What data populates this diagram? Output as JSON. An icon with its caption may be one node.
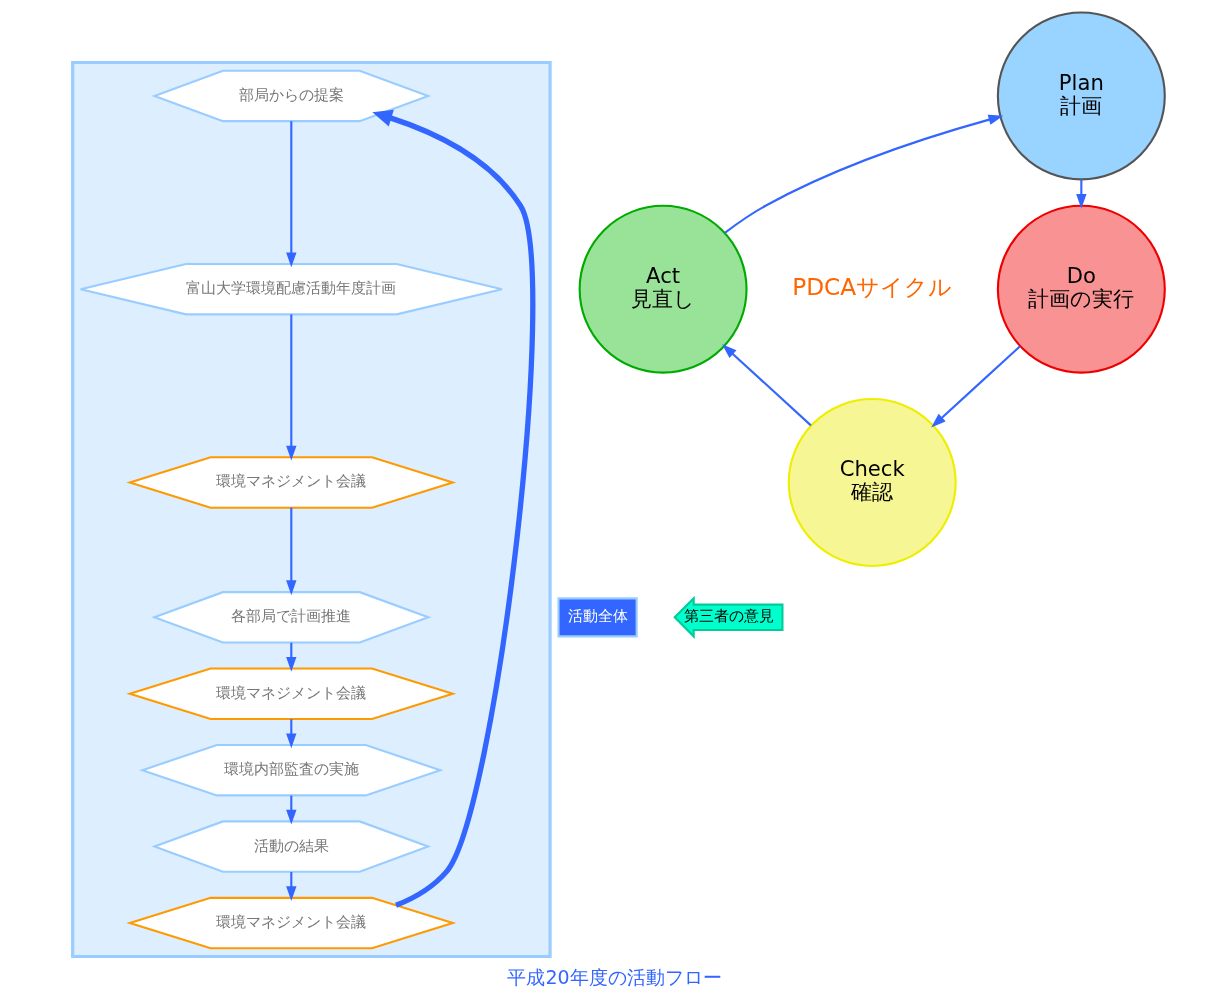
{
  "diagram": {
    "caption": "平成20年度の活動フロー",
    "nodes": [
      {
        "text": [],
        "shape": "box"
      },
      {
        "text": [
          "部局からの提案"
        ],
        "in": 0
      },
      {
        "text": [
          "富山大学環境配慮活動年度計画"
        ],
        "in": 0
      },
      {
        "text": [
          "環境マネジメント会議"
        ],
        "in": 0
      },
      {
        "text": [
          "各部局で計画推進"
        ],
        "in": 0
      },
      {
        "text": [
          "環境マネジメント会議"
        ],
        "in": 0
      },
      {
        "text": [
          "環境内部監査の実施"
        ],
        "in": 0
      },
      {
        "text": [
          "活動の結果"
        ],
        "in": 0
      },
      {
        "text": [
          "環境マネジメント会議"
        ],
        "in": 0
      },
      {
        "text": [
          "活動全体"
        ]
      },
      {
        "text": [
          "第三者の意見"
        ]
      },
      {
        "text": [
          "Plan",
          "計画"
        ]
      },
      {
        "text": [
          "Do",
          "計画の実行"
        ]
      },
      {
        "text": [
          "Check",
          "確認"
        ]
      },
      {
        "text": [
          "Act",
          "見直し"
        ]
      },
      {
        "text": [
          "PDCAサイクル"
        ]
      }
    ],
    "edges": [
      {
        "from": 1,
        "to": 2,
        "arrow": "to"
      },
      {
        "from": 2,
        "to": 3,
        "arrow": "to"
      },
      {
        "from": 3,
        "to": 4,
        "arrow": "to"
      },
      {
        "from": 4,
        "to": 5,
        "arrow": "to"
      },
      {
        "from": 5,
        "to": 6,
        "arrow": "to"
      },
      {
        "from": 6,
        "to": 7,
        "arrow": "to"
      },
      {
        "from": 7,
        "to": 8,
        "arrow": "to"
      },
      {
        "from": 8,
        "to": 1,
        "arrow": "to",
        "style": "thick"
      },
      {
        "from": 11,
        "to": 12,
        "arrow": "to"
      },
      {
        "from": 12,
        "to": 13,
        "arrow": "to"
      },
      {
        "from": 13,
        "to": 14,
        "arrow": "to"
      },
      {
        "from": 14,
        "to": 11,
        "arrow": "to"
      }
    ]
  }
}
